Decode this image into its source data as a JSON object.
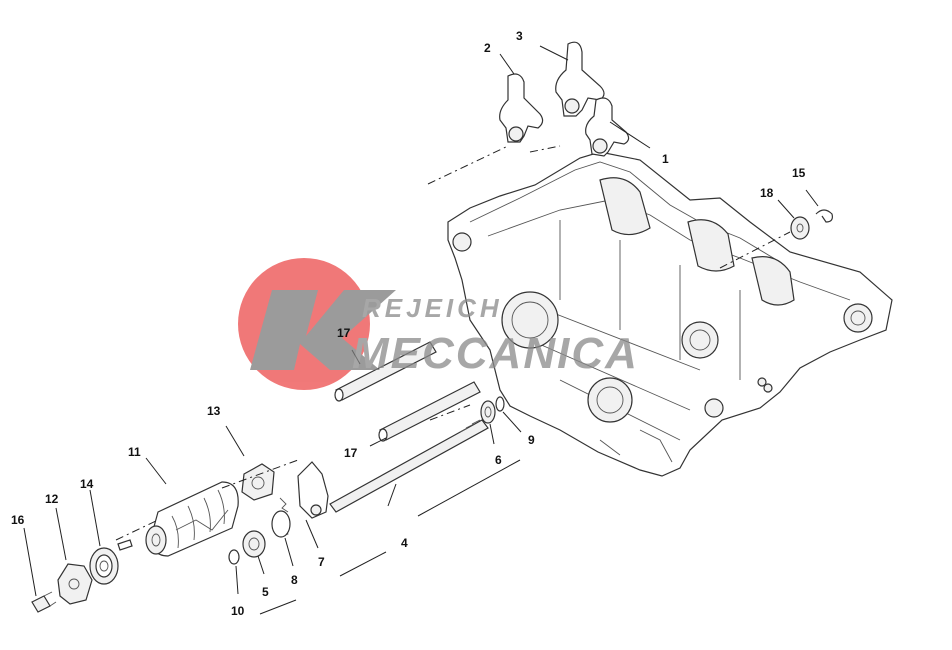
{
  "watermark": {
    "line1": "REJEICH",
    "line2": "MECCANICA",
    "circle_color": "#ec4c4c",
    "text_color": "#8a8a8a",
    "mark_color": "#7a7a7a"
  },
  "labels": [
    {
      "id": "1",
      "text": "1"
    },
    {
      "id": "2",
      "text": "2"
    },
    {
      "id": "3",
      "text": "3"
    },
    {
      "id": "4",
      "text": "4"
    },
    {
      "id": "5",
      "text": "5"
    },
    {
      "id": "6",
      "text": "6"
    },
    {
      "id": "7",
      "text": "7"
    },
    {
      "id": "8",
      "text": "8"
    },
    {
      "id": "9",
      "text": "9"
    },
    {
      "id": "10",
      "text": "10"
    },
    {
      "id": "11",
      "text": "11"
    },
    {
      "id": "12",
      "text": "12"
    },
    {
      "id": "13",
      "text": "13"
    },
    {
      "id": "14",
      "text": "14"
    },
    {
      "id": "15",
      "text": "15"
    },
    {
      "id": "16",
      "text": "16"
    },
    {
      "id": "17a",
      "text": "17"
    },
    {
      "id": "17b",
      "text": "17"
    },
    {
      "id": "18",
      "text": "18"
    }
  ]
}
